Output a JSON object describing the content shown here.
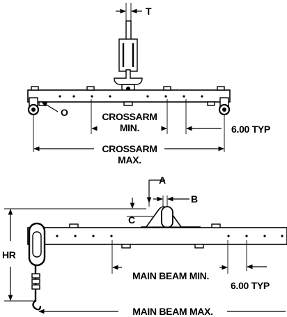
{
  "labels": {
    "t": "T",
    "o": "O",
    "crossarm_min_1": "CROSSARM",
    "crossarm_min_2": "MIN.",
    "typ_top": "6.00 TYP",
    "crossarm_max_1": "CROSSARM",
    "crossarm_max_2": "MAX.",
    "a": "A",
    "b": "B",
    "c": "C",
    "hr": "HR",
    "main_beam_min": "MAIN BEAM MIN.",
    "typ_bottom": "6.00 TYP",
    "main_beam_max": "MAIN BEAM MAX."
  }
}
